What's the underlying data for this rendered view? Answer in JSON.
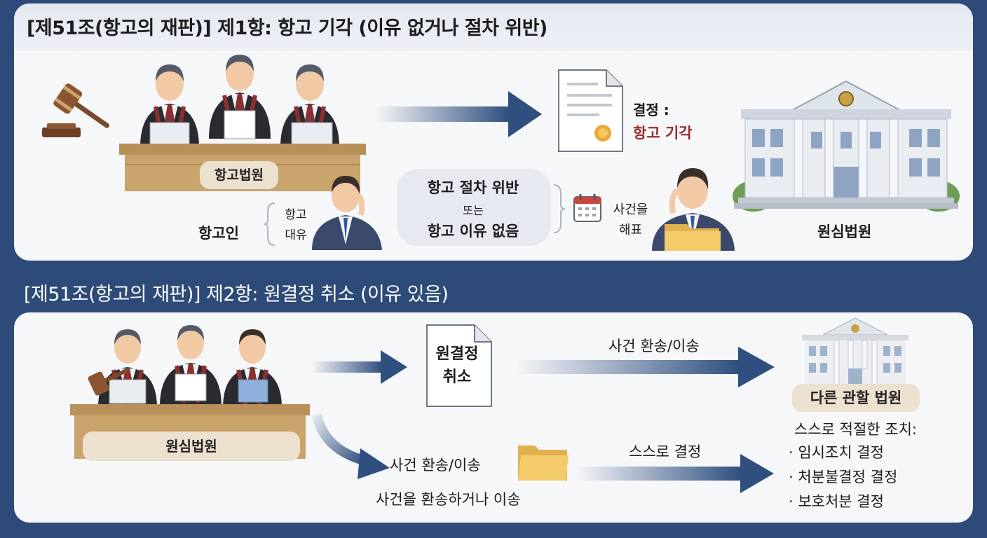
{
  "section1": {
    "title": "[제51조(항고의 재판)] 제1항: 항고 기각 (이유 없거나 절차 위반)",
    "appellate_court": "항고법원",
    "appellant": "항고인",
    "counter_top": "항고",
    "counter_bottom": "대유",
    "condition_line1": "항고 절차 위반",
    "condition_or": "또는",
    "condition_line2": "항고 이유 없음",
    "case_action_top": "사건을",
    "case_action_bottom": "해표",
    "decision_label": "결정 :",
    "decision_value": "항고 기각",
    "original_court": "원심법원"
  },
  "section2": {
    "title": "[제51조(항고의 재판)] 제2항: 원결정 취소 (이유 있음)",
    "original_court": "원심법원",
    "doc_line1": "원결정",
    "doc_line2": "취소",
    "transfer_top": "사건 환송/이송",
    "other_court": "다른 관할 법원",
    "transfer_mid": "사건 환송/이송",
    "transfer_desc": "사건을 환송하거나 이송",
    "self_decision": "스스로 결정",
    "measures_title": "스스로 적절한 조치:",
    "measures": [
      "· 임시조치 결정",
      "· 처분불결정 결정",
      "· 보호처분 결정"
    ]
  },
  "colors": {
    "background": "#2d4a78",
    "panel": "#f6f7f9",
    "arrow": "#2f4f7f",
    "accent_red": "#9b2b2b",
    "bench": "#c9a46c",
    "robe": "#2a2b30"
  }
}
